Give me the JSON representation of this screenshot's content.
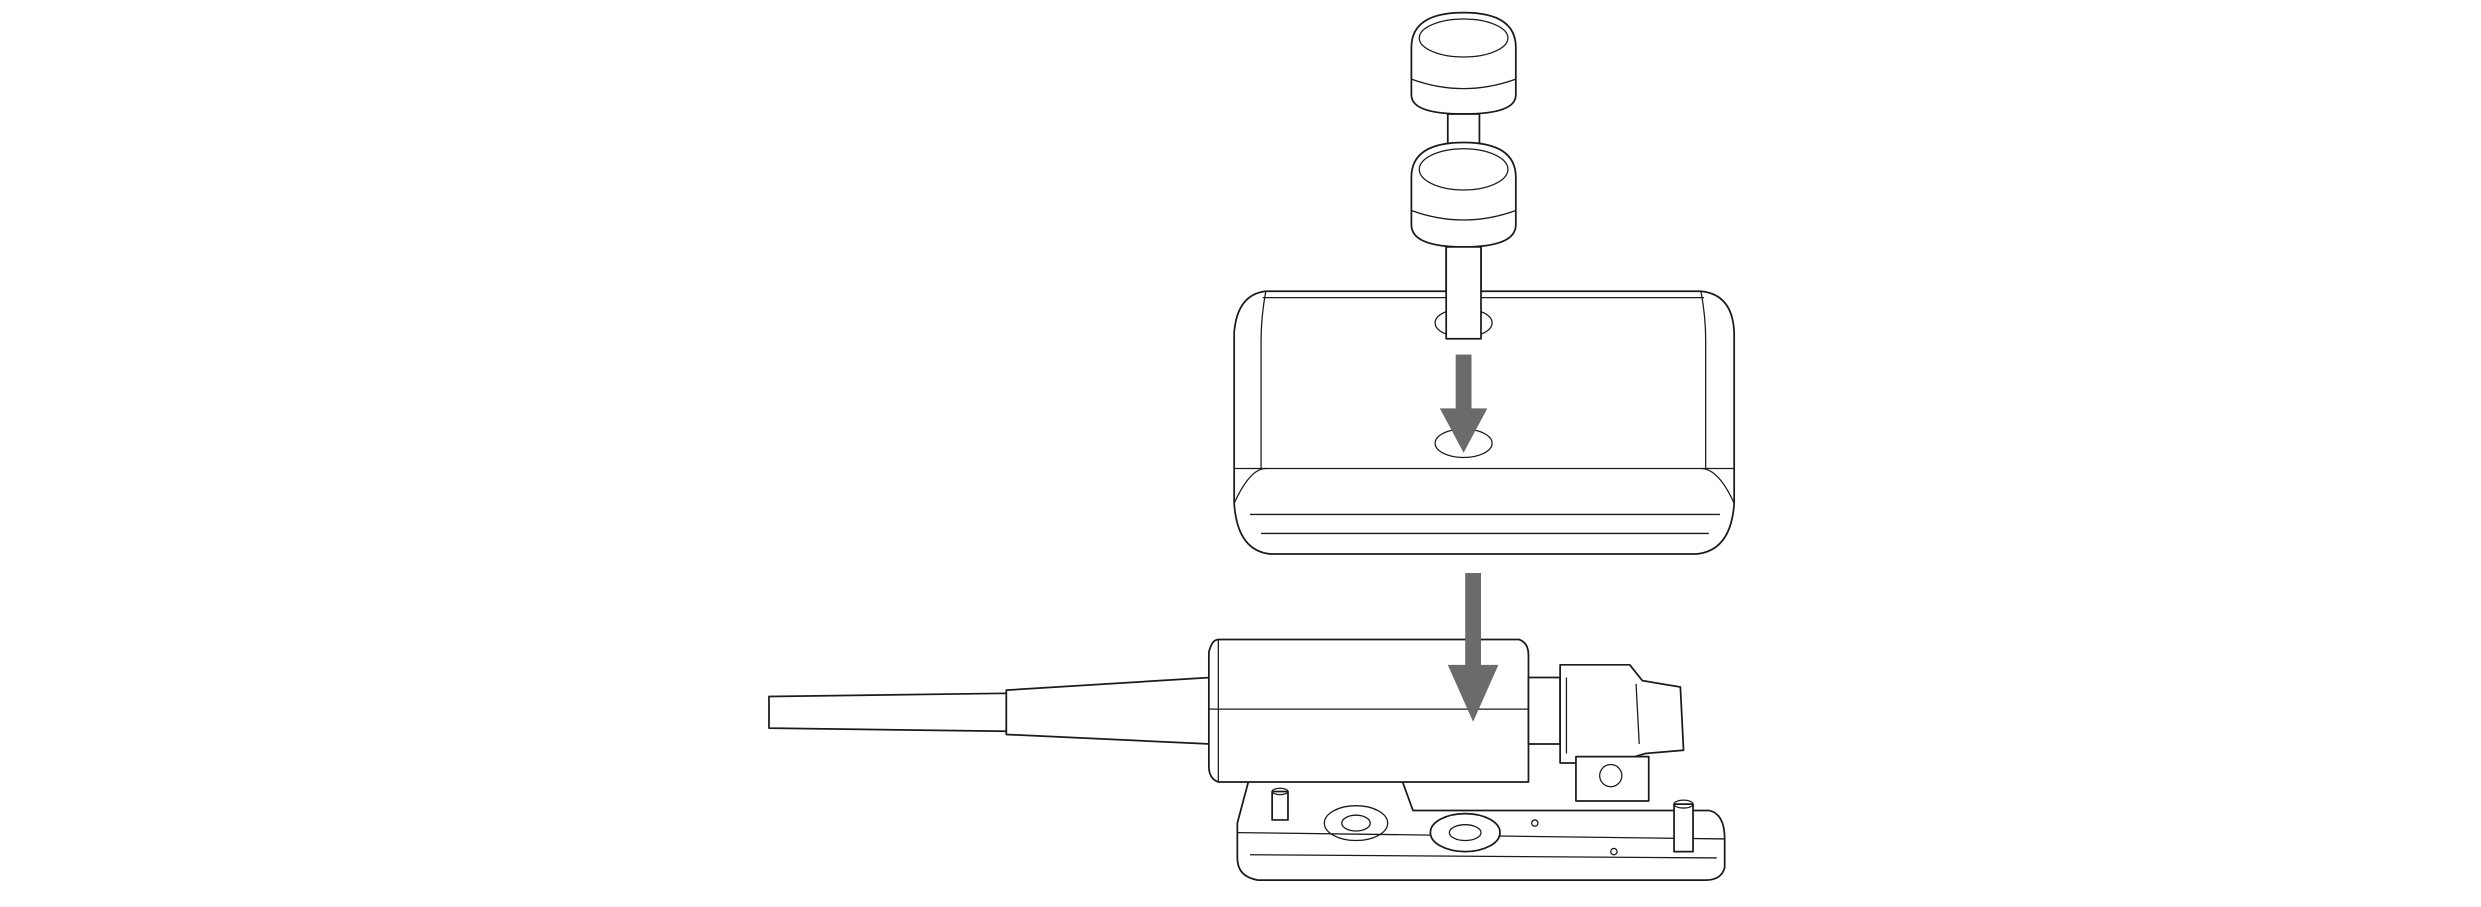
{
  "colors": {
    "line": "#1a1a1a",
    "arrow": "#6b6b6b",
    "background": "#ffffff"
  },
  "parts": [
    "knob-cap",
    "knob-cap",
    "pin",
    "lid",
    "connector-module",
    "cable",
    "base-plate"
  ],
  "arrows": [
    "down",
    "down"
  ]
}
